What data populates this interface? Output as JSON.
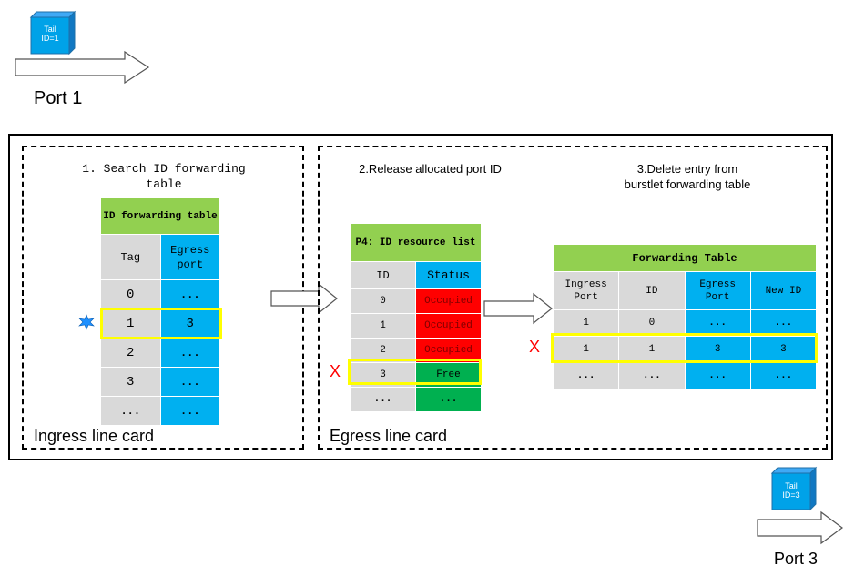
{
  "tail_packet_top": {
    "line1": "Tail",
    "line2": "ID=1",
    "port": "Port 1"
  },
  "tail_packet_bottom": {
    "line1": "Tail",
    "line2": "ID=3",
    "port": "Port 3"
  },
  "ingress": {
    "card_label": "Ingress line card",
    "step_label": "1. Search ID forwarding table",
    "table": {
      "title": "ID forwarding table",
      "headers": [
        "Tag",
        "Egress port"
      ],
      "rows": [
        [
          "0",
          "..."
        ],
        [
          "1",
          "3"
        ],
        [
          "2",
          "..."
        ],
        [
          "3",
          "..."
        ],
        [
          "...",
          "..."
        ]
      ]
    }
  },
  "egress": {
    "card_label": "Egress line card",
    "step2_label": "2.Release allocated port ID",
    "step3_label": "3.Delete entry from burstlet forwarding table",
    "resource_list": {
      "title": "P4: ID resource list",
      "headers": [
        "ID",
        "Status"
      ],
      "rows": [
        [
          "0",
          "Occupied"
        ],
        [
          "1",
          "Occupied"
        ],
        [
          "2",
          "Occupied"
        ],
        [
          "3",
          "Free"
        ],
        [
          "...",
          "..."
        ]
      ]
    },
    "forwarding_table": {
      "title": "Forwarding Table",
      "headers": [
        "Ingress Port",
        "ID",
        "Egress Port",
        "New ID"
      ],
      "rows": [
        [
          "1",
          "0",
          "...",
          "..."
        ],
        [
          "1",
          "1",
          "3",
          "3"
        ],
        [
          "...",
          "...",
          "...",
          "..."
        ]
      ]
    },
    "x_mark": "X"
  },
  "colors": {
    "header_green": "#92d050",
    "cell_grey": "#d9d9d9",
    "cell_blue": "#00b0f0",
    "occupied_red": "#ff0000",
    "free_green": "#00b050",
    "highlight_yellow": "#ffff00"
  }
}
